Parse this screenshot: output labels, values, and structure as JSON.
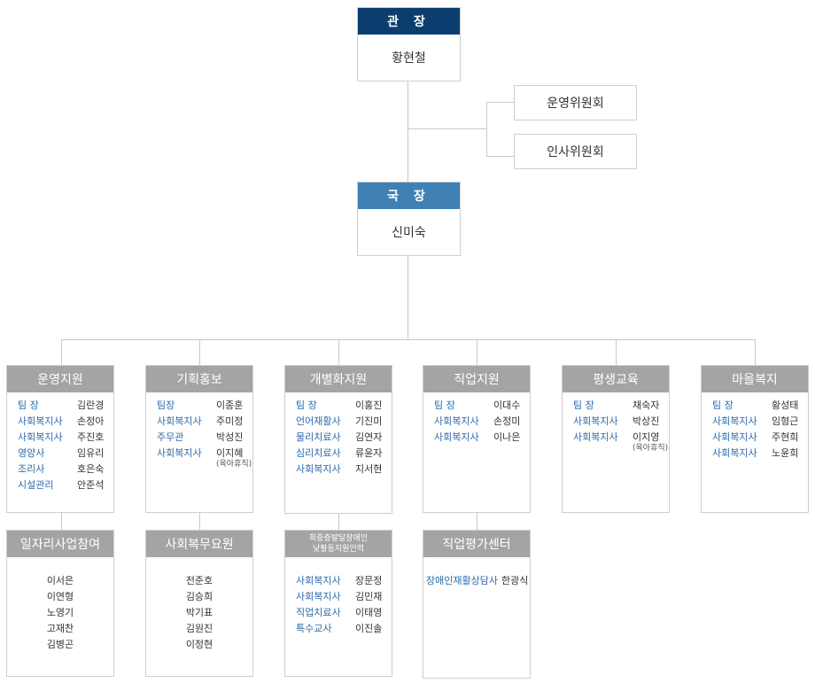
{
  "director": {
    "title": "관 장",
    "name": "황현철",
    "color": "#0b3e6f"
  },
  "committees": [
    "운영위원회",
    "인사위원회"
  ],
  "bureau": {
    "title": "국 장",
    "name": "신미숙",
    "color": "#3f81b5"
  },
  "departments": [
    {
      "name": "운영지원",
      "members": [
        {
          "role": "팀 장",
          "name": "김란경"
        },
        {
          "role": "사회복지사",
          "name": "손정아"
        },
        {
          "role": "사회복지사",
          "name": "주진호"
        },
        {
          "role": "영양사",
          "name": "임유리"
        },
        {
          "role": "조리사",
          "name": "호은숙"
        },
        {
          "role": "시설관리",
          "name": "안준석"
        }
      ]
    },
    {
      "name": "기획홍보",
      "members": [
        {
          "role": "팀장",
          "name": "이종훈"
        },
        {
          "role": "사회복지사",
          "name": "주미정"
        },
        {
          "role": "주무관",
          "name": "박성진"
        },
        {
          "role": "사회복지사",
          "name": "이지혜",
          "note": "(육아휴직)"
        }
      ]
    },
    {
      "name": "개별화지원",
      "members": [
        {
          "role": "팀 장",
          "name": "이홍진"
        },
        {
          "role": "언어재활사",
          "name": "기진미"
        },
        {
          "role": "물리치료사",
          "name": "김연자"
        },
        {
          "role": "심리치료사",
          "name": "류윤자"
        },
        {
          "role": "사회복지사",
          "name": "지서현"
        }
      ]
    },
    {
      "name": "직업지원",
      "members": [
        {
          "role": "팀 장",
          "name": "이대수"
        },
        {
          "role": "사회복지사",
          "name": "손정미"
        },
        {
          "role": "사회복지사",
          "name": "이나은"
        }
      ]
    },
    {
      "name": "평생교육",
      "members": [
        {
          "role": "팀 장",
          "name": "채숙자"
        },
        {
          "role": "사회복지사",
          "name": "박상진"
        },
        {
          "role": "사회복지사",
          "name": "이지영",
          "note": "(육아휴직)"
        }
      ]
    },
    {
      "name": "마을복지",
      "members": [
        {
          "role": "팀 장",
          "name": "황성태"
        },
        {
          "role": "사회복지사",
          "name": "임형근"
        },
        {
          "role": "사회복지사",
          "name": "주현희"
        },
        {
          "role": "사회복지사",
          "name": "노윤희"
        }
      ]
    }
  ],
  "subunits": [
    {
      "name": "일자리사업참여",
      "names": [
        "이서은",
        "이연형",
        "노영기",
        "고재찬",
        "김병곤"
      ]
    },
    {
      "name": "사회복무요원",
      "names": [
        "전준호",
        "김승희",
        "박기표",
        "김원진",
        "이정현"
      ]
    },
    {
      "name_lines": [
        "최중증발달장애인",
        "낮활동지원인력"
      ],
      "members": [
        {
          "role": "사회복지사",
          "name": "장문정"
        },
        {
          "role": "사회복지사",
          "name": "김민재"
        },
        {
          "role": "직업치료사",
          "name": "이태영"
        },
        {
          "role": "특수교사",
          "name": "이진솔"
        }
      ]
    },
    {
      "name": "직업평가센터",
      "members": [
        {
          "role": "장애인재활상담사",
          "name": "한광식"
        }
      ]
    }
  ]
}
